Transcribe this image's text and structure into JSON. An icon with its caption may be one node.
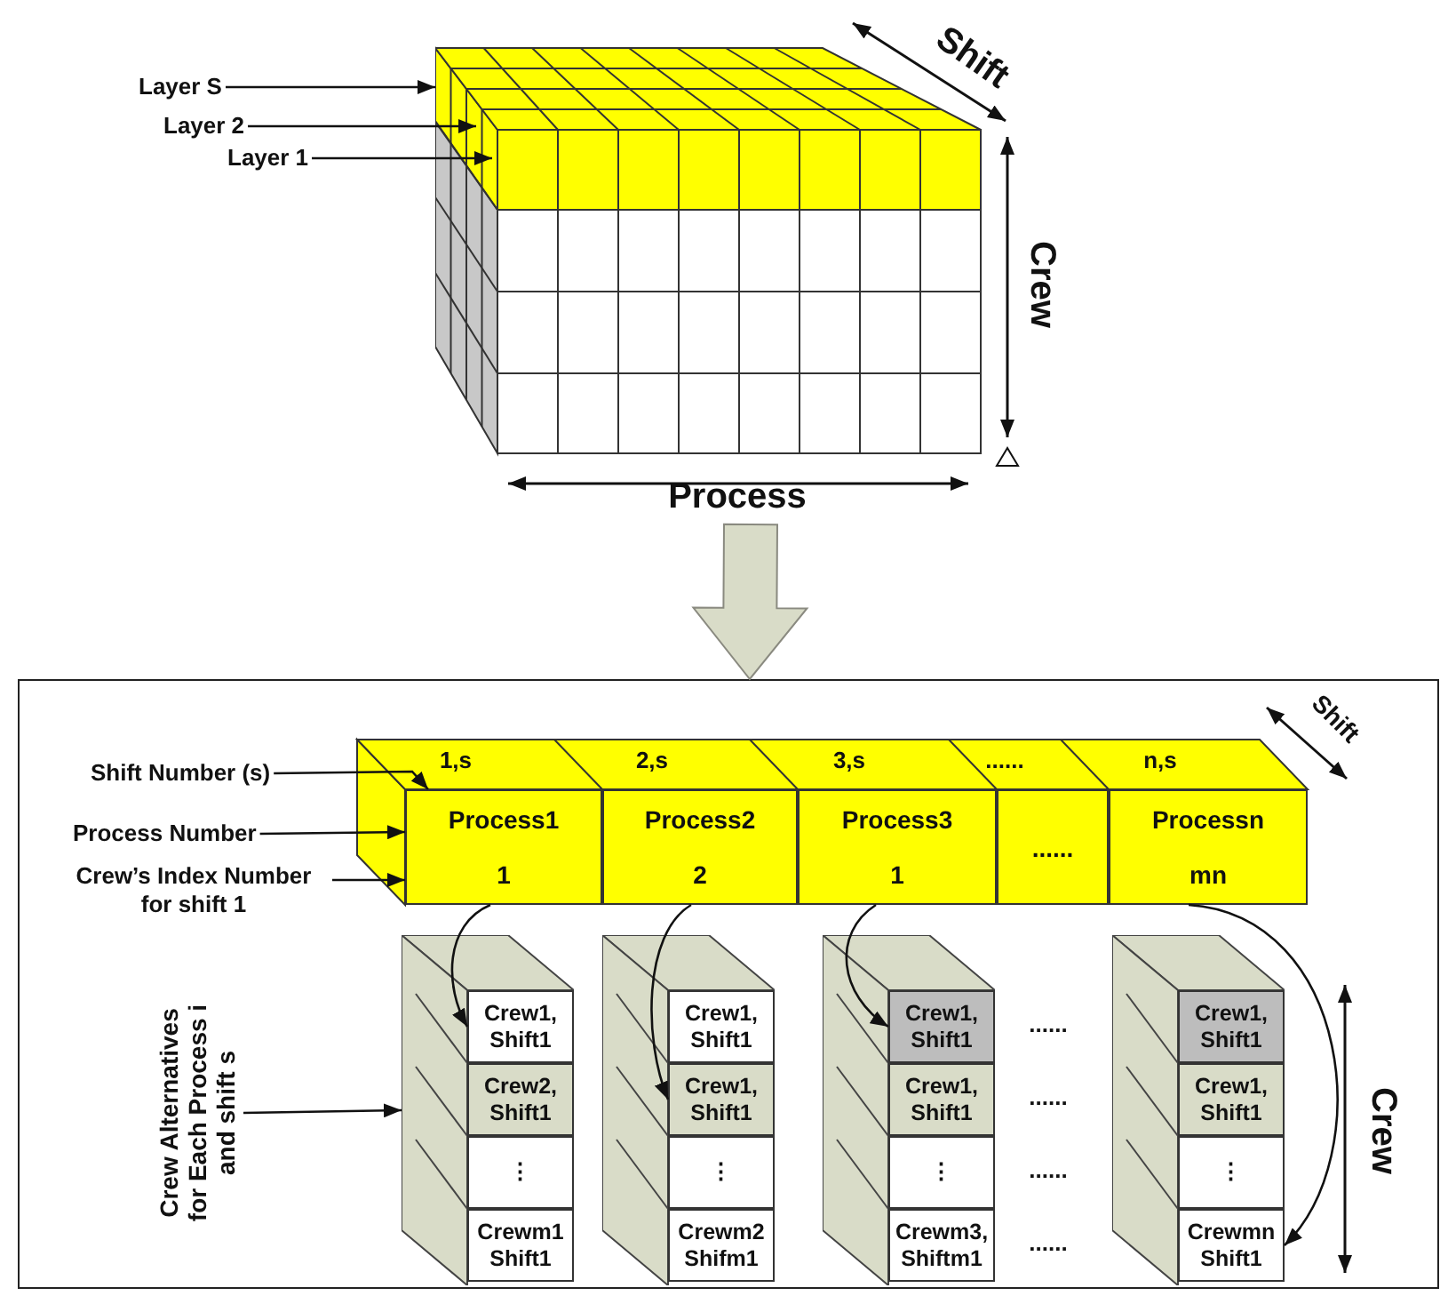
{
  "diagram": {
    "nodes": [
      {
        "text": [
          "Layer S"
        ]
      },
      {
        "text": [
          "Layer 2"
        ]
      },
      {
        "text": [
          "Layer 1"
        ]
      },
      {
        "text": [],
        "shape": "cube"
      },
      {
        "text": [],
        "shape": "box"
      },
      {
        "text": [
          "Shift Number (s)"
        ],
        "in": 4
      },
      {
        "text": [
          "Process Number"
        ],
        "in": 4
      },
      {
        "text": [
          "Crew’s Index Number for shift 1"
        ],
        "in": 4
      },
      {
        "text": [
          "Process1",
          "1"
        ],
        "in": 4,
        "beside": [
          "1,s"
        ]
      },
      {
        "text": [
          "Process2",
          "2"
        ],
        "in": 4,
        "beside": [
          "2,s"
        ]
      },
      {
        "text": [
          "Process3",
          "1"
        ],
        "in": 4,
        "beside": [
          "3,s"
        ]
      },
      {
        "text": [
          "......"
        ],
        "in": 4,
        "beside": [
          "......"
        ]
      },
      {
        "text": [
          "Processn",
          "mn"
        ],
        "in": 4,
        "beside": [
          "n,s"
        ]
      },
      {
        "text": [
          "Crew Alternatives for Each Process i and shift s"
        ],
        "in": 4
      },
      {
        "text": [],
        "shape": "box",
        "in": 4
      },
      {
        "text": [
          "Crew1, Shift1"
        ],
        "in": 14
      },
      {
        "text": [
          "Crew2, Shift1"
        ],
        "in": 14
      },
      {
        "text": [
          "⋮"
        ],
        "in": 14
      },
      {
        "text": [
          "Crewm1 Shift1"
        ],
        "in": 14
      },
      {
        "text": [],
        "shape": "box",
        "in": 4
      },
      {
        "text": [
          "Crew1, Shift1"
        ],
        "in": 19
      },
      {
        "text": [
          "Crew1, Shift1"
        ],
        "in": 19
      },
      {
        "text": [
          "⋮"
        ],
        "in": 19
      },
      {
        "text": [
          "Crewm2 Shifm1"
        ],
        "in": 19
      },
      {
        "text": [],
        "shape": "box",
        "in": 4
      },
      {
        "text": [
          "Crew1, Shift1"
        ],
        "in": 24
      },
      {
        "text": [
          "Crew1, Shift1"
        ],
        "in": 24
      },
      {
        "text": [
          "⋮"
        ],
        "in": 24
      },
      {
        "text": [
          "Crewm3, Shiftm1"
        ],
        "in": 24
      },
      {
        "text": [],
        "shape": "box",
        "in": 4
      },
      {
        "text": [
          "Crew1, Shift1"
        ],
        "in": 29
      },
      {
        "text": [
          "Crew1, Shift1"
        ],
        "in": 29
      },
      {
        "text": [
          "⋮"
        ],
        "in": 29
      },
      {
        "text": [
          "Crewmn Shift1"
        ],
        "in": 29
      }
    ],
    "edges": [
      {
        "from": 0,
        "to": 3,
        "arrow": "to"
      },
      {
        "from": 1,
        "to": 3,
        "arrow": "to"
      },
      {
        "from": 2,
        "to": 3,
        "arrow": "to"
      },
      {
        "from": 3,
        "to": 4,
        "arrow": "to",
        "style": "thick",
        "color": "#d9dcc8"
      },
      {
        "from": 5,
        "to": 8,
        "arrow": "to"
      },
      {
        "from": 6,
        "to": 8,
        "arrow": "to"
      },
      {
        "from": 7,
        "to": 8,
        "arrow": "to"
      },
      {
        "from": 13,
        "to": 14,
        "arrow": "to"
      },
      {
        "from": 8,
        "to": 15,
        "arrow": "to"
      },
      {
        "from": 9,
        "to": 21,
        "arrow": "to"
      },
      {
        "from": 10,
        "to": 25,
        "arrow": "to"
      },
      {
        "from": 12,
        "to": 33,
        "arrow": "to"
      }
    ],
    "labels": [
      "Shift",
      "Crew",
      "Process",
      "Shift",
      "......",
      "......",
      "......",
      "......",
      "Crew"
    ]
  }
}
